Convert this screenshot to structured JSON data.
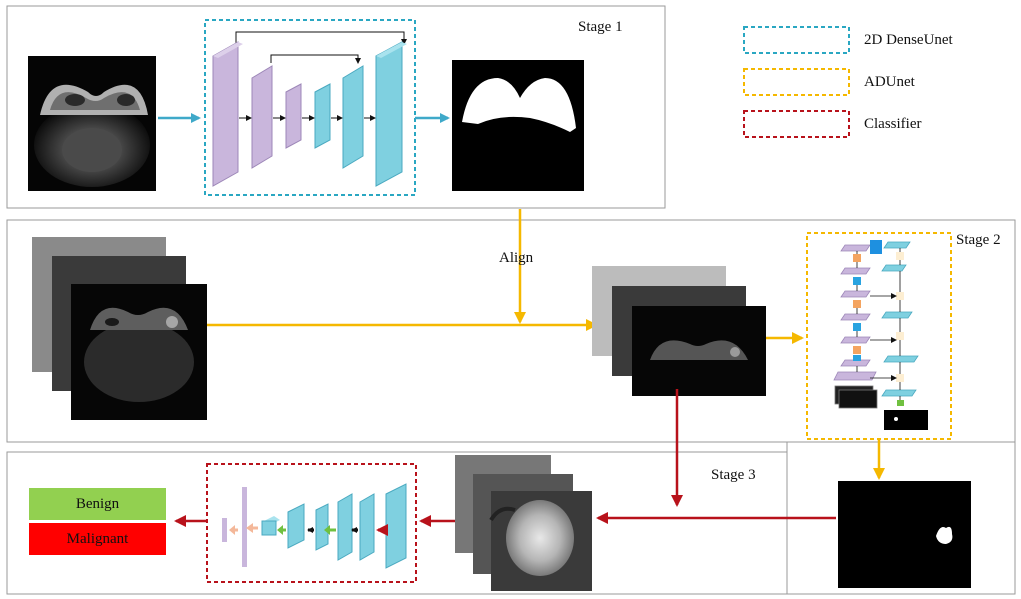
{
  "stages": {
    "stage1": "Stage 1",
    "stage2": "Stage 2",
    "stage3": "Stage 3"
  },
  "align_label": "Align",
  "legend": [
    {
      "label": "2D DenseUnet",
      "color": "#2aa7c2"
    },
    {
      "label": "ADUnet",
      "color": "#f5b800"
    },
    {
      "label": "Classifier",
      "color": "#b8121b"
    }
  ],
  "outputs": {
    "benign": "Benign",
    "malignant": "Malignant",
    "benign_color": "#92d050",
    "malignant_color": "#ff0000"
  },
  "colors": {
    "stage1_arrow": "#3fa9c9",
    "stage2_arrow": "#f5b800",
    "stage3_arrow": "#b8121b",
    "encoder_block": "#c9b6dc",
    "decoder_block": "#7fd0e0",
    "panel_border": "#9a9a9a"
  }
}
